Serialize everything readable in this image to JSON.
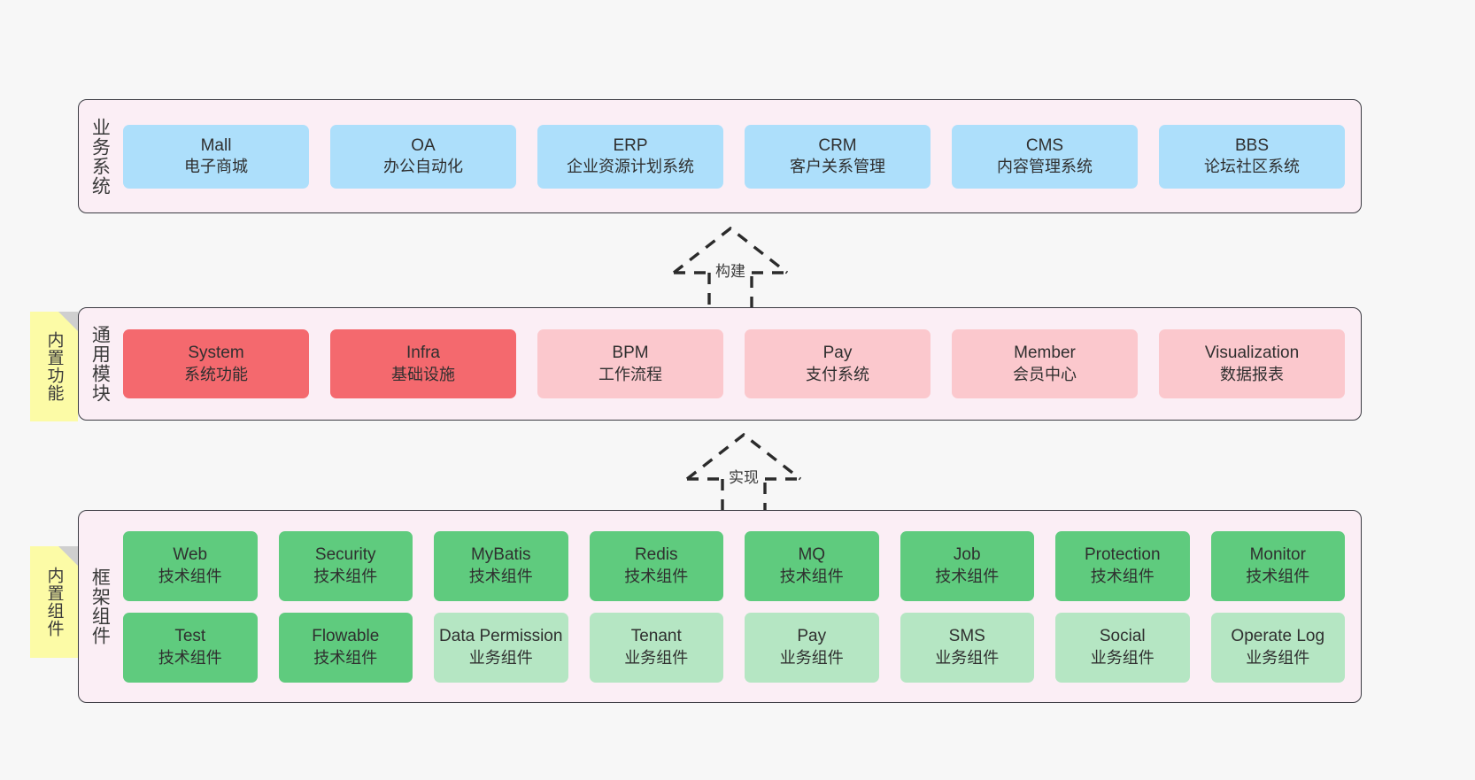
{
  "diagram": {
    "background": "#f7f7f7",
    "layers": [
      {
        "id": "business",
        "title": "业务系统",
        "rows": [
          [
            {
              "name": "Mall",
              "desc": "电子商城",
              "color": "#ADDFFB"
            },
            {
              "name": "OA",
              "desc": "办公自动化",
              "color": "#ADDFFB"
            },
            {
              "name": "ERP",
              "desc": "企业资源计划系统",
              "color": "#ADDFFB"
            },
            {
              "name": "CRM",
              "desc": "客户关系管理",
              "color": "#ADDFFB"
            },
            {
              "name": "CMS",
              "desc": "内容管理系统",
              "color": "#ADDFFB"
            },
            {
              "name": "BBS",
              "desc": "论坛社区系统",
              "color": "#ADDFFB"
            }
          ]
        ]
      },
      {
        "id": "common",
        "title": "通用模块",
        "note": "内置功能",
        "rows": [
          [
            {
              "name": "System",
              "desc": "系统功能",
              "color": "#F4696E"
            },
            {
              "name": "Infra",
              "desc": "基础设施",
              "color": "#F4696E"
            },
            {
              "name": "BPM",
              "desc": "工作流程",
              "color": "#FBC8CD"
            },
            {
              "name": "Pay",
              "desc": "支付系统",
              "color": "#FBC8CD"
            },
            {
              "name": "Member",
              "desc": "会员中心",
              "color": "#FBC8CD"
            },
            {
              "name": "Visualization",
              "desc": "数据报表",
              "color": "#FBC8CD"
            }
          ]
        ]
      },
      {
        "id": "framework",
        "title": "框架组件",
        "note": "内置组件",
        "rows": [
          [
            {
              "name": "Web",
              "desc": "技术组件",
              "color": "#5FCB7E"
            },
            {
              "name": "Security",
              "desc": "技术组件",
              "color": "#5FCB7E"
            },
            {
              "name": "MyBatis",
              "desc": "技术组件",
              "color": "#5FCB7E"
            },
            {
              "name": "Redis",
              "desc": "技术组件",
              "color": "#5FCB7E"
            },
            {
              "name": "MQ",
              "desc": "技术组件",
              "color": "#5FCB7E"
            },
            {
              "name": "Job",
              "desc": "技术组件",
              "color": "#5FCB7E"
            },
            {
              "name": "Protection",
              "desc": "技术组件",
              "color": "#5FCB7E"
            },
            {
              "name": "Monitor",
              "desc": "技术组件",
              "color": "#5FCB7E"
            }
          ],
          [
            {
              "name": "Test",
              "desc": "技术组件",
              "color": "#5FCB7E"
            },
            {
              "name": "Flowable",
              "desc": "技术组件",
              "color": "#5FCB7E"
            },
            {
              "name": "Data Permission",
              "desc": "业务组件",
              "color": "#B5E6C3"
            },
            {
              "name": "Tenant",
              "desc": "业务组件",
              "color": "#B5E6C3"
            },
            {
              "name": "Pay",
              "desc": "业务组件",
              "color": "#B5E6C3"
            },
            {
              "name": "SMS",
              "desc": "业务组件",
              "color": "#B5E6C3"
            },
            {
              "name": "Social",
              "desc": "业务组件",
              "color": "#B5E6C3"
            },
            {
              "name": "Operate Log",
              "desc": "业务组件",
              "color": "#B5E6C3"
            }
          ]
        ]
      }
    ],
    "connectors": [
      {
        "id": "build",
        "label": "构建",
        "style": "dashed-generalization-up"
      },
      {
        "id": "realize",
        "label": "实现",
        "style": "dashed-generalization-up"
      }
    ]
  }
}
